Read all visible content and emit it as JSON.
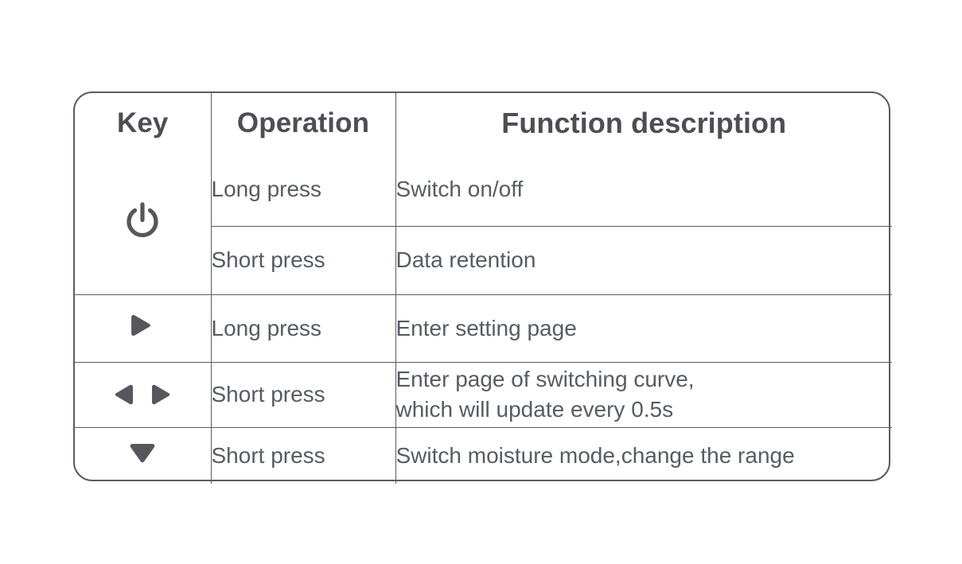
{
  "table": {
    "headers": {
      "key": "Key",
      "operation": "Operation",
      "description": "Function description"
    },
    "rows": [
      {
        "key_icon": "power-icon",
        "operation": "Long press",
        "description_line1": "Switch on/off",
        "description_line2": ""
      },
      {
        "key_icon": "power-icon",
        "operation": "Short press",
        "description_line1": "Data retention",
        "description_line2": ""
      },
      {
        "key_icon": "arrow-right-icon",
        "operation": "Long press",
        "description_line1": "Enter setting page",
        "description_line2": ""
      },
      {
        "key_icon": "arrow-left-right-icon",
        "operation": "Short press",
        "description_line1": "Enter page of switching curve,",
        "description_line2": "which will update every 0.5s"
      },
      {
        "key_icon": "arrow-down-icon",
        "operation": "Short press",
        "description_line1": "Switch moisture mode,change the range",
        "description_line2": ""
      }
    ]
  },
  "colors": {
    "border": "#5b5b60",
    "header_text": "#4d4d55",
    "body_text": "#565c63",
    "icon": "#56565c",
    "background": "#ffffff"
  }
}
